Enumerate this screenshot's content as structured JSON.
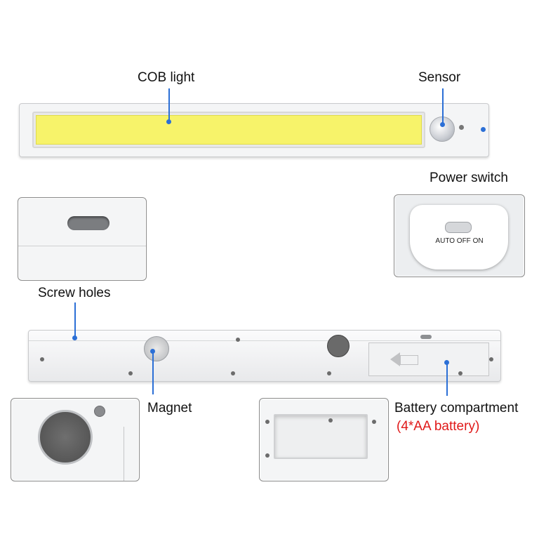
{
  "labels": {
    "cob_light": "COB light",
    "sensor": "Sensor",
    "power_switch": "Power switch",
    "screw_holes": "Screw holes",
    "magnet": "Magnet",
    "battery_compartment": "Battery compartment",
    "battery_type": "(4*AA battery)",
    "switch_text": "AUTO OFF ON"
  },
  "colors": {
    "cob_panel": "#f7f36a",
    "leader": "#2b6fd6",
    "battery_type_text": "#e01818",
    "housing": "#f2f3f4"
  }
}
